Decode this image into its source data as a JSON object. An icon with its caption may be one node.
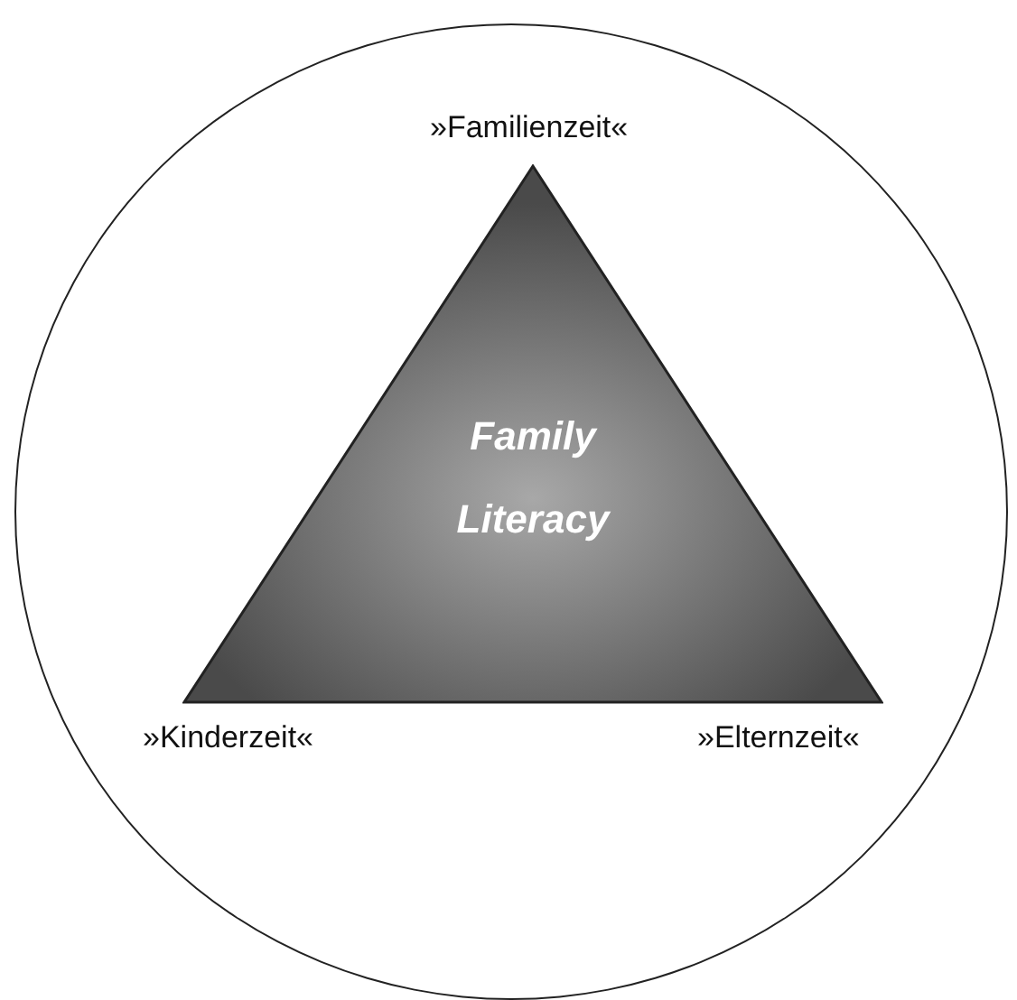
{
  "diagram": {
    "nodes": [
      {
        "text": [],
        "shape": "circle"
      },
      {
        "text": [
          "Family Literacy"
        ],
        "in": 0,
        "beside": [
          "»Familienzeit«",
          "»Kinderzeit«",
          "»Elternzeit«"
        ]
      }
    ]
  }
}
